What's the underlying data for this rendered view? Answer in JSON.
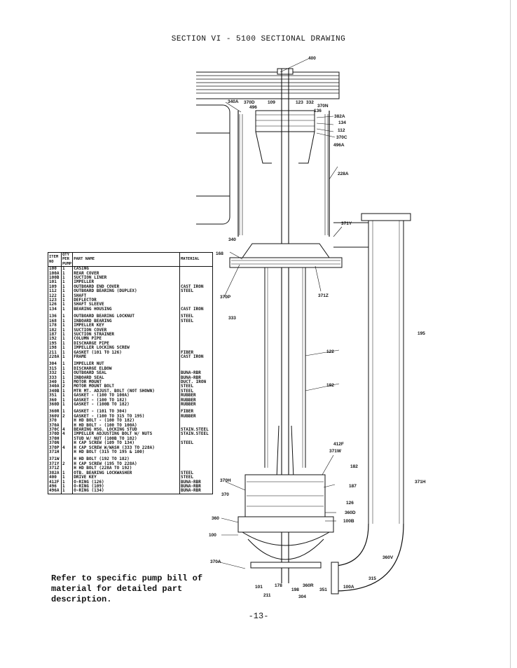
{
  "page": {
    "title": "SECTION VI - 5100 SECTIONAL DRAWING",
    "note": "Refer to specific pump bill of material for detailed part description.",
    "page_number": "-13-"
  },
  "table": {
    "headers": {
      "item": "ITEM NO",
      "qty": "QTY PER PUMP",
      "part": "PART NAME",
      "material": "MATERIAL"
    },
    "rows": [
      {
        "item": "100",
        "qty": "1",
        "part": "CASING",
        "material": ""
      },
      {
        "item": "100A",
        "qty": "1",
        "part": "REAR COVER",
        "material": ""
      },
      {
        "item": "100B",
        "qty": "1",
        "part": "SUCTION LINER",
        "material": ""
      },
      {
        "item": "101",
        "qty": "1",
        "part": "IMPELLER",
        "material": ""
      },
      {
        "item": "109",
        "qty": "1",
        "part": "OUTBOARD END COVER",
        "material": "CAST IRON"
      },
      {
        "item": "112",
        "qty": "1",
        "part": "OUTBOARD BEARING (DUPLEX)",
        "material": "STEEL"
      },
      {
        "item": "122",
        "qty": "1",
        "part": "SHAFT",
        "material": ""
      },
      {
        "item": "123",
        "qty": "1",
        "part": "DEFLECTOR",
        "material": ""
      },
      {
        "item": "126",
        "qty": "1",
        "part": "SHAFT SLEEVE",
        "material": ""
      },
      {
        "item": "134",
        "qty": "1",
        "part": "BEARING HOUSING",
        "material": "CAST IRON"
      },
      {
        "item": "",
        "qty": "",
        "part": "",
        "material": ""
      },
      {
        "item": "136",
        "qty": "1",
        "part": "OUTBOARD BEARING LOCKNUT",
        "material": "STEEL"
      },
      {
        "item": "168",
        "qty": "1",
        "part": "INBOARD BEARING",
        "material": "STEEL"
      },
      {
        "item": "178",
        "qty": "1",
        "part": "IMPELLER KEY",
        "material": ""
      },
      {
        "item": "182",
        "qty": "1",
        "part": "SUCTION COVER",
        "material": ""
      },
      {
        "item": "187",
        "qty": "1",
        "part": "SUCTION STRAINER",
        "material": ""
      },
      {
        "item": "192",
        "qty": "1",
        "part": "COLUMN PIPE",
        "material": ""
      },
      {
        "item": "195",
        "qty": "1",
        "part": "DISCHARGE PIPE",
        "material": ""
      },
      {
        "item": "198",
        "qty": "1",
        "part": "IMPELLER LOCKING SCREW",
        "material": ""
      },
      {
        "item": "211",
        "qty": "1",
        "part": "GASKET (101 TO 126)",
        "material": "FIBER"
      },
      {
        "item": "228A",
        "qty": "1",
        "part": "FRAME",
        "material": "CAST IRON"
      },
      {
        "item": "",
        "qty": "",
        "part": "",
        "material": ""
      },
      {
        "item": "304",
        "qty": "1",
        "part": "IMPELLER NUT",
        "material": ""
      },
      {
        "item": "315",
        "qty": "1",
        "part": "DISCHARGE ELBOW",
        "material": ""
      },
      {
        "item": "332",
        "qty": "1",
        "part": "OUTBOARD SEAL",
        "material": "BUNA-RBR"
      },
      {
        "item": "333",
        "qty": "1",
        "part": "INBOARD SEAL",
        "material": "BUNA-RBR"
      },
      {
        "item": "340",
        "qty": "1",
        "part": "MOTOR MOUNT",
        "material": "DUCT. IRON"
      },
      {
        "item": "340A",
        "qty": "2",
        "part": "MOTOR MOUNT BOLT",
        "material": "STEEL"
      },
      {
        "item": "340B",
        "qty": "1",
        "part": "MTR MT. ADJUST. BOLT (NOT SHOWN)",
        "material": "STEEL"
      },
      {
        "item": "351",
        "qty": "1",
        "part": "GASKET - (100 TO 100A)",
        "material": "RUBBER"
      },
      {
        "item": "360",
        "qty": "1",
        "part": "GASKET - (100 TO 182)",
        "material": "RUBBER"
      },
      {
        "item": "360D",
        "qty": "1",
        "part": "GASKET - (100B TO 182)",
        "material": "RUBBER"
      },
      {
        "item": "",
        "qty": "",
        "part": "",
        "material": ""
      },
      {
        "item": "360R",
        "qty": "1",
        "part": "GASKET - (101 TO 304)",
        "material": "FIBER"
      },
      {
        "item": "360V",
        "qty": "2",
        "part": "GASKET - (100 TO 315 TO 195)",
        "material": "RUBBER"
      },
      {
        "item": "370",
        "qty": "",
        "part": "H HD BOLT - (100 TO 182)",
        "material": ""
      },
      {
        "item": "370A",
        "qty": "",
        "part": "H HD BOLT - (100 TO 100A)",
        "material": ""
      },
      {
        "item": "370C",
        "qty": "4",
        "part": "BEARING HSG. LOCKING STUD",
        "material": "STAIN.STEEL"
      },
      {
        "item": "370D",
        "qty": "4",
        "part": "IMPELLER ADJUSTING BOLT W/ NUTS",
        "material": "STAIN.STEEL"
      },
      {
        "item": "370H",
        "qty": "",
        "part": "STUD W/ NUT (100B TO 182)",
        "material": ""
      },
      {
        "item": "370N",
        "qty": "",
        "part": "H CAP SCREW (109 TO 134)",
        "material": "STEEL"
      },
      {
        "item": "370P",
        "qty": "4",
        "part": "H CAP SCREW W/WASH (333 TO 228A)",
        "material": ""
      },
      {
        "item": "371H",
        "qty": "",
        "part": "H HD BOLT (315 TO 195 & 100)",
        "material": ""
      },
      {
        "item": "",
        "qty": "",
        "part": "",
        "material": ""
      },
      {
        "item": "371W",
        "qty": "",
        "part": "H HD BOLT (192 TO 182)",
        "material": ""
      },
      {
        "item": "371Y",
        "qty": "2",
        "part": "H CAP SCREW (195 TO 228A)",
        "material": ""
      },
      {
        "item": "371Z",
        "qty": "",
        "part": "H HD BOLT (228A TO 192)",
        "material": ""
      },
      {
        "item": "382A",
        "qty": "1",
        "part": "OTB. BEARING LOCKWASHER",
        "material": "STEEL"
      },
      {
        "item": "400",
        "qty": "1",
        "part": "DRIVE KEY",
        "material": "STEEL"
      },
      {
        "item": "412F",
        "qty": "1",
        "part": "O-RING (126)",
        "material": "BUNA-RBR"
      },
      {
        "item": "496",
        "qty": "1",
        "part": "O-RING (109)",
        "material": "BUNA-RBR"
      },
      {
        "item": "496A",
        "qty": "1",
        "part": "O-RING (134)",
        "material": "BUNA-RBR"
      }
    ]
  },
  "callouts": {
    "c400": "400",
    "c340A": "340A",
    "c370D": "370D",
    "c496": "496",
    "c109": "109",
    "c123": "123",
    "c332": "332",
    "c370N": "370N",
    "c136": "136",
    "c382A": "382A",
    "c134": "134",
    "c112": "112",
    "c370C": "370C",
    "c496A": "496A",
    "c228A": "228A",
    "c371Y": "371Y",
    "c340": "340",
    "c168": "168",
    "c370P": "370P",
    "c371Z": "371Z",
    "c333": "333",
    "c195": "195",
    "c122": "122",
    "c192": "192",
    "c412F": "412F",
    "c371W": "371W",
    "c182": "182",
    "c187": "187",
    "c126": "126",
    "c370H": "370H",
    "c370": "370",
    "c360D": "360D",
    "c100B": "100B",
    "c360": "360",
    "c100": "100",
    "c371H": "371H",
    "c360V": "360V",
    "c370A": "370A",
    "c101": "101",
    "c178": "178",
    "c211": "211",
    "c198": "198",
    "c360R": "360R",
    "c304": "304",
    "c351": "351",
    "c100A": "100A",
    "c315": "315"
  }
}
